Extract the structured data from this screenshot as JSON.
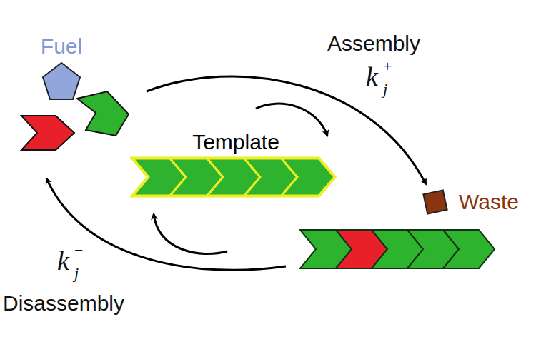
{
  "diagram": {
    "nodes": [
      {
        "text": [
          "Fuel"
        ]
      },
      {
        "text": [
          "Template"
        ]
      },
      {
        "text": [
          "Waste"
        ]
      }
    ],
    "labels": [
      "Assembly",
      "k",
      "j",
      "+",
      "k",
      "j",
      "−",
      "Disassembly"
    ]
  }
}
